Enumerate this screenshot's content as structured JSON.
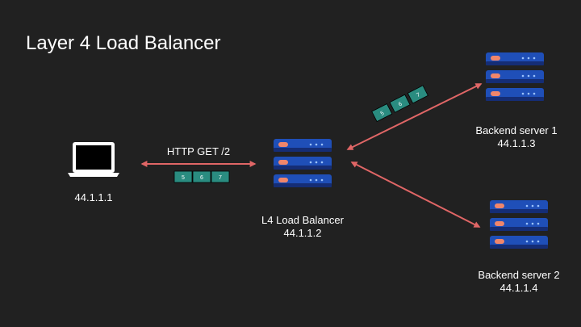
{
  "slide": {
    "title": "Layer 4 Load Balancer",
    "colors": {
      "background": "#212121",
      "arrow": "#e06666",
      "packet": "#2a8c80",
      "server_body": "#1f4fb8",
      "server_dark": "#152d75",
      "server_led": "#f0866b"
    }
  },
  "client": {
    "icon": "laptop-icon",
    "ip": "44.1.1.1"
  },
  "request": {
    "label": "HTTP GET /2",
    "packets": [
      "5",
      "6",
      "7"
    ]
  },
  "load_balancer": {
    "icon": "server-icon",
    "name": "L4 Load Balancer",
    "ip": "44.1.1.2"
  },
  "upstream": {
    "packets": [
      "5",
      "6",
      "7"
    ]
  },
  "backend1": {
    "icon": "server-icon",
    "name": "Backend server 1",
    "ip": "44.1.1.3"
  },
  "backend2": {
    "icon": "server-icon",
    "name": "Backend server 2",
    "ip": "44.1.1.4"
  }
}
